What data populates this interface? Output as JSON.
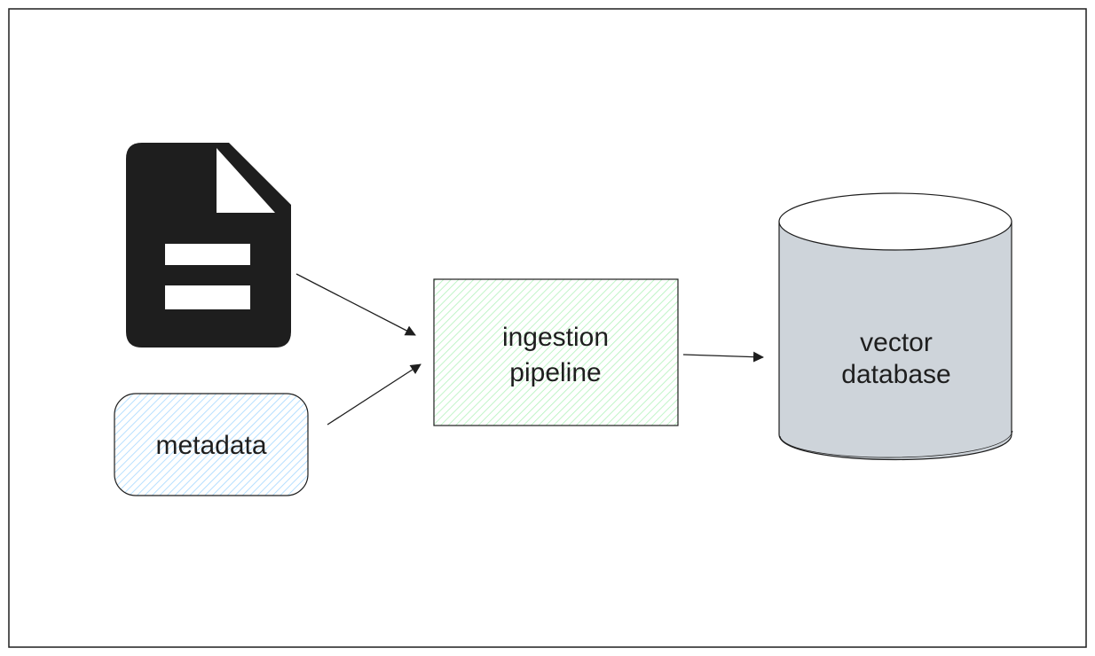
{
  "nodes": {
    "metadata": {
      "label": "metadata",
      "fill": "#a5d8ff"
    },
    "pipeline": {
      "line1": "ingestion",
      "line2": "pipeline",
      "fill": "#b2f2bb"
    },
    "database": {
      "line1": "vector",
      "line2": "database",
      "fill": "#ced4da"
    },
    "document": {
      "icon": "document-icon",
      "fill": "#1e1e1e"
    }
  },
  "colors": {
    "stroke": "#1e1e1e",
    "frame": "#1e1e1e",
    "background": "#ffffff"
  }
}
